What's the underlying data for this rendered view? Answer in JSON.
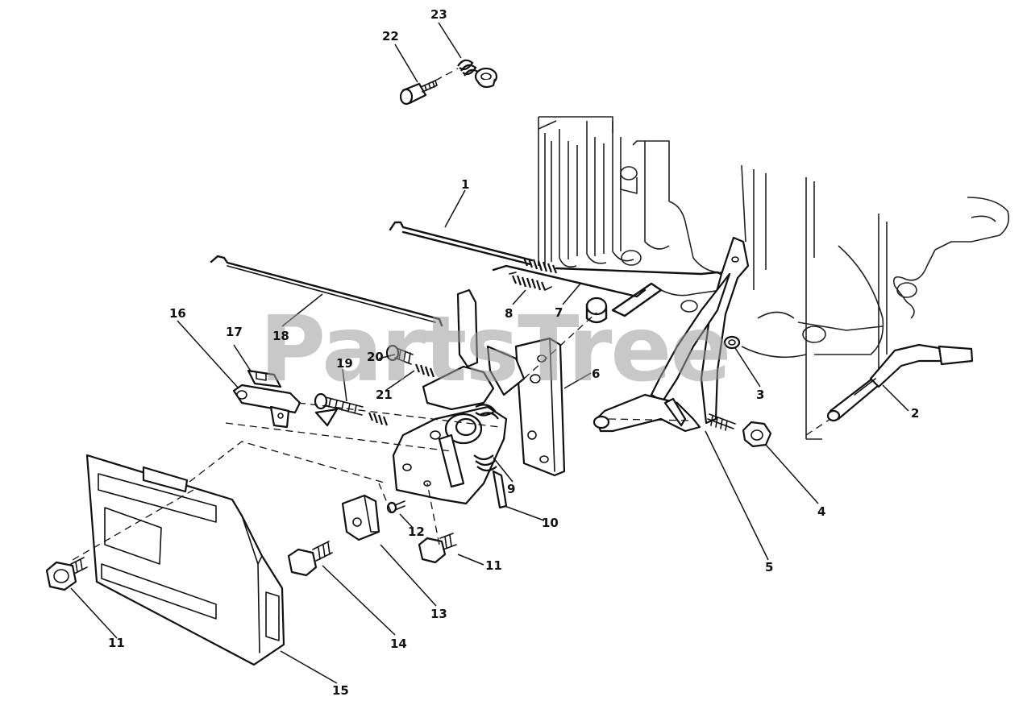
{
  "watermark": "PartsTree",
  "callouts": {
    "c1": "1",
    "c2": "2",
    "c3": "3",
    "c4": "4",
    "c5": "5",
    "c6": "6",
    "c7": "7",
    "c8": "8",
    "c9": "9",
    "c10": "10",
    "c11a": "11",
    "c11b": "11",
    "c12": "12",
    "c13": "13",
    "c14": "14",
    "c15": "15",
    "c16": "16",
    "c17": "17",
    "c18": "18",
    "c19": "19",
    "c20": "20",
    "c21": "21",
    "c22": "22",
    "c23": "23"
  }
}
